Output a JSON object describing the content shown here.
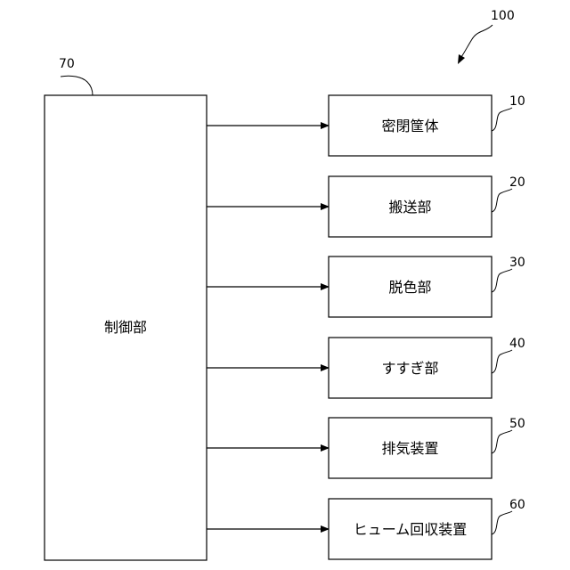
{
  "diagram": {
    "system_ref": "100",
    "controller": {
      "label": "制御部",
      "ref": "70"
    },
    "components": [
      {
        "label": "密閉筐体",
        "ref": "10"
      },
      {
        "label": "搬送部",
        "ref": "20"
      },
      {
        "label": "脱色部",
        "ref": "30"
      },
      {
        "label": "すすぎ部",
        "ref": "40"
      },
      {
        "label": "排気装置",
        "ref": "50"
      },
      {
        "label": "ヒューム回収装置",
        "ref": "60"
      }
    ]
  }
}
